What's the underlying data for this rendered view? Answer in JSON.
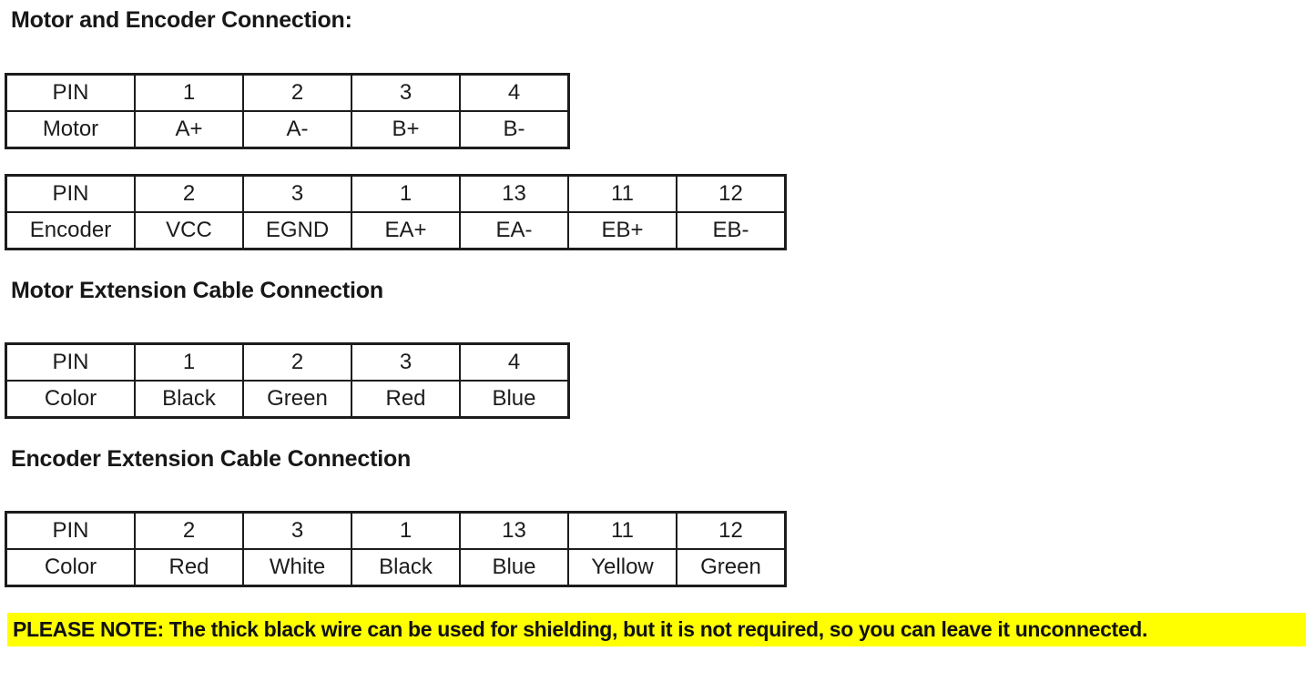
{
  "document": {
    "title": "Motor and Encoder Connection"
  },
  "sections": [
    {
      "heading": "Motor and Encoder Connection:",
      "table": {
        "name": "motor-connection-table",
        "rows": [
          {
            "label": "PIN",
            "cells": [
              "1",
              "2",
              "3",
              "4"
            ]
          },
          {
            "label": "Motor",
            "cells": [
              "A+",
              "A-",
              "B+",
              "B-"
            ]
          }
        ]
      }
    },
    {
      "heading": "",
      "table": {
        "name": "encoder-connection-table",
        "rows": [
          {
            "label": "PIN",
            "cells": [
              "2",
              "3",
              "1",
              "13",
              "11",
              "12"
            ]
          },
          {
            "label": "Encoder",
            "cells": [
              "VCC",
              "EGND",
              "EA+",
              "EA-",
              "EB+",
              "EB-"
            ]
          }
        ]
      }
    },
    {
      "heading": "Motor Extension Cable Connection",
      "table": {
        "name": "motor-extension-cable-table",
        "rows": [
          {
            "label": "PIN",
            "cells": [
              "1",
              "2",
              "3",
              "4"
            ]
          },
          {
            "label": "Color",
            "cells": [
              "Black",
              "Green",
              "Red",
              "Blue"
            ]
          }
        ]
      }
    },
    {
      "heading": "Encoder Extension Cable Connection",
      "table": {
        "name": "encoder-extension-cable-table",
        "rows": [
          {
            "label": "PIN",
            "cells": [
              "2",
              "3",
              "1",
              "13",
              "11",
              "12"
            ]
          },
          {
            "label": "Color",
            "cells": [
              "Red",
              "White",
              "Black",
              "Blue",
              "Yellow",
              "Green"
            ]
          }
        ]
      }
    }
  ],
  "note": {
    "text": "PLEASE NOTE: The thick black wire can be used for shielding, but it is not required, so you can leave it unconnected.",
    "highlight_color": "#FFFF00",
    "text_color": "#111111"
  }
}
